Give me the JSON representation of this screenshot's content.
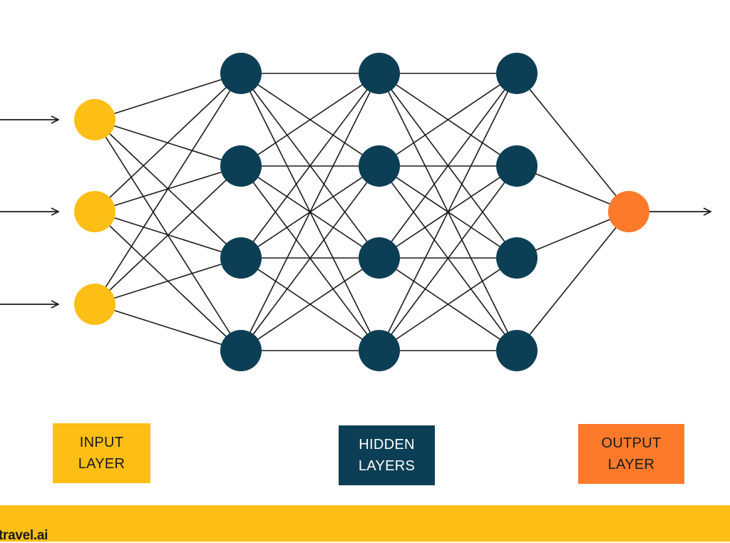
{
  "colors": {
    "input_node": "#FDBF16",
    "hidden_node": "#0C3F55",
    "output_node": "#FD7A2B",
    "edge": "#1a1a1a",
    "input_box": "#FDBF16",
    "hidden_box": "#0C3F55",
    "output_box": "#FD7A2B",
    "footer": "#FDBF16",
    "input_text": "#1a1a1a",
    "hidden_text": "#ffffff",
    "output_text": "#1a1a1a"
  },
  "network": {
    "layers": [
      {
        "role": "input",
        "nodes": 3
      },
      {
        "role": "hidden",
        "nodes": 4
      },
      {
        "role": "hidden",
        "nodes": 4
      },
      {
        "role": "hidden",
        "nodes": 4
      },
      {
        "role": "output",
        "nodes": 1
      }
    ],
    "input_arrows": 3,
    "output_arrows": 1
  },
  "legend": {
    "input": "INPUT\nLAYER",
    "hidden": "HIDDEN\nLAYERS",
    "output": "OUTPUT\nLAYER"
  },
  "footer": {
    "brand": "travel.ai"
  }
}
